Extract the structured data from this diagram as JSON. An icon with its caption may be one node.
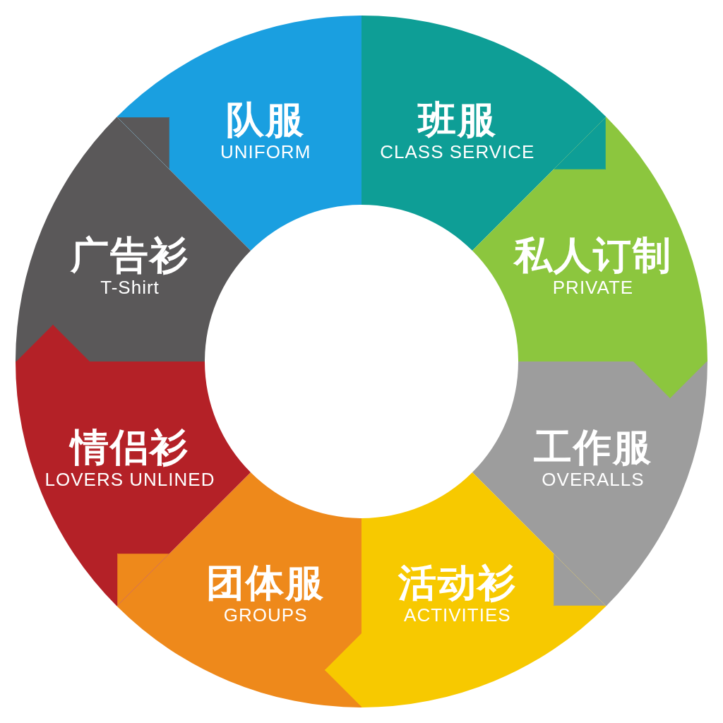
{
  "diagram": {
    "nodes": [
      {
        "text": [
          "队服",
          "UNIFORM"
        ]
      },
      {
        "text": [
          "班服",
          "CLASS SERVICE"
        ]
      },
      {
        "text": [
          "私人订制",
          "PRIVATE"
        ]
      },
      {
        "text": [
          "工作服",
          "OVERALLS"
        ]
      },
      {
        "text": [
          "活动衫",
          "ACTIVITIES"
        ]
      },
      {
        "text": [
          "团体服",
          "GROUPS"
        ]
      },
      {
        "text": [
          "情侣衫",
          "LOVERS UNLINED"
        ]
      },
      {
        "text": [
          "广告衫",
          "T-Shirt"
        ]
      }
    ],
    "edges": [
      {
        "from": 7,
        "to": 0,
        "arrow": "to",
        "color": "#5a5859"
      },
      {
        "from": 1,
        "to": 2,
        "arrow": "to",
        "color": "#0e9e96"
      },
      {
        "from": 2,
        "to": 3,
        "arrow": "to",
        "color": "#8cc63e"
      },
      {
        "from": 3,
        "to": 4,
        "arrow": "to",
        "color": "#9d9d9d"
      },
      {
        "from": 4,
        "to": 5,
        "arrow": "to",
        "color": "#f7c900"
      },
      {
        "from": 5,
        "to": 6,
        "arrow": "to",
        "color": "#ee891b"
      },
      {
        "from": 6,
        "to": 7,
        "arrow": "to",
        "color": "#b42127"
      }
    ]
  }
}
